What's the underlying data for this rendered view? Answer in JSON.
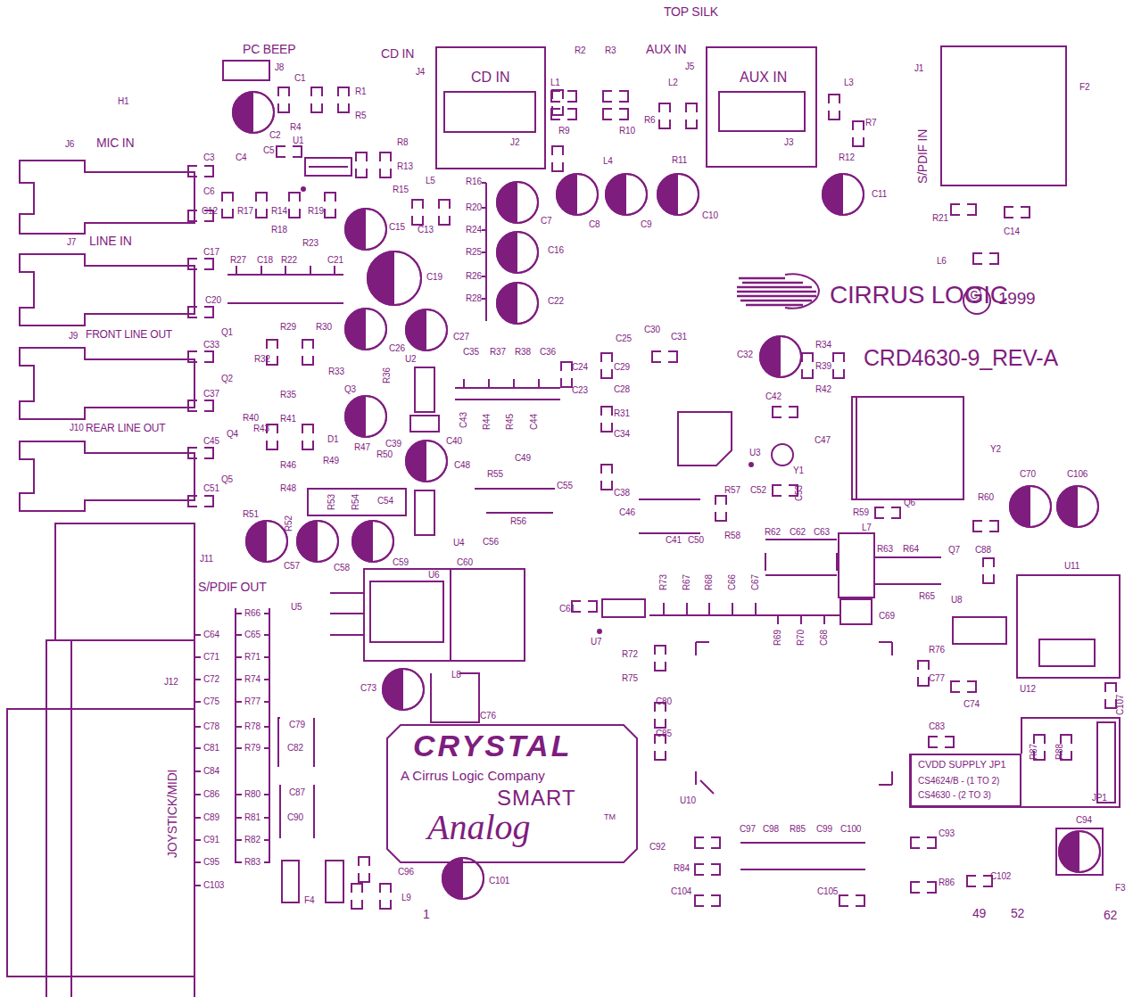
{
  "diagram": {
    "title": "TOP SILK",
    "nodes": [
      {
        "text": [
          "CD IN",
          "J2"
        ]
      },
      {
        "text": [
          "AUX IN",
          "J3"
        ]
      },
      {
        "text": [
          "CRYSTAL",
          "A Cirrus Logic Company",
          "SMART",
          "Analog",
          "TM"
        ]
      },
      {
        "text": [
          "CVDD SUPPLY JP1",
          "CS4624/B - (1 TO 2)",
          "CS4630 - (2 TO 3)"
        ]
      }
    ],
    "labels": [
      "PC BEEP",
      "J8",
      "C1",
      "R1",
      "R4",
      "R5",
      "H1",
      "J6",
      "MIC IN",
      "C2",
      "U1",
      "C5",
      "R8",
      "R13",
      "R15",
      "CD IN",
      "J4",
      "R2",
      "R3",
      "L1",
      "R9",
      "R10",
      "L4",
      "AUX IN",
      "J5",
      "L2",
      "R6",
      "R11",
      "L3",
      "R7",
      "R12",
      "J1",
      "F2",
      "S/PDIF IN",
      "C3",
      "C4",
      "C6",
      "C12",
      "R17",
      "R14",
      "R19",
      "R18",
      "R23",
      "L5",
      "R16",
      "R20",
      "R24",
      "R25",
      "R26",
      "R28",
      "C13",
      "C15",
      "C7",
      "C8",
      "C9",
      "C10",
      "C11",
      "C16",
      "C22",
      "C19",
      "R21",
      "C14",
      "L6",
      "CIRRUS LOGIC",
      "©",
      "1999",
      "CRD4630-9_REV-A",
      "J7",
      "LINE IN",
      "C17",
      "R27",
      "C18",
      "R22",
      "C21",
      "C20",
      "J9",
      "FRONT LINE OUT",
      "Q1",
      "R29",
      "R30",
      "C26",
      "C27",
      "C33",
      "R32",
      "U2",
      "C35",
      "R37",
      "R38",
      "C36",
      "C25",
      "C30",
      "C31",
      "C32",
      "R34",
      "R39",
      "R42",
      "Q2",
      "R33",
      "R36",
      "Q3",
      "C24",
      "C29",
      "C23",
      "C28",
      "C37",
      "R35",
      "R40",
      "R41",
      "C43",
      "R44",
      "R45",
      "C44",
      "R31",
      "C42",
      "J10",
      "REAR LINE OUT",
      "R43",
      "Q4",
      "C39",
      "D1",
      "R47",
      "C40",
      "C34",
      "C47",
      "U3",
      "Y1",
      "Y2",
      "C45",
      "R50",
      "C48",
      "R49",
      "R46",
      "C49",
      "Q5",
      "R55",
      "C55",
      "C51",
      "R48",
      "C38",
      "R57",
      "C52",
      "C53",
      "R51",
      "R52",
      "R53",
      "R54",
      "C54",
      "C46",
      "R59",
      "R60",
      "Q6",
      "C70",
      "C106",
      "R56",
      "C56",
      "C41",
      "C50",
      "R58",
      "R62",
      "C62",
      "C63",
      "L7",
      "U4",
      "Q7",
      "R63",
      "R64",
      "C88",
      "J11",
      "C57",
      "C58",
      "C59",
      "C60",
      "U6",
      "R73",
      "R67",
      "R68",
      "C66",
      "C67",
      "U11",
      "R65",
      "U8",
      "S/PDIF OUT",
      "U5",
      "C61",
      "R66",
      "C69",
      "R69",
      "R70",
      "C68",
      "C64",
      "C65",
      "U7",
      "C71",
      "R71",
      "R72",
      "R76",
      "R75",
      "C72",
      "R74",
      "J12",
      "C77",
      "C73",
      "L8",
      "C75",
      "R77",
      "C80",
      "C74",
      "U12",
      "C107",
      "C76",
      "C78",
      "R78",
      "C79",
      "C85",
      "C83",
      "C81",
      "R79",
      "C82",
      "R87",
      "R88",
      "C84",
      "JOYSTICK/MIDI",
      "U10",
      "C86",
      "R80",
      "C87",
      "C89",
      "R81",
      "C90",
      "JP1",
      "C94",
      "C97",
      "C98",
      "R85",
      "C99",
      "C100",
      "C93",
      "C91",
      "R82",
      "C92",
      "C95",
      "R83",
      "R84",
      "C96",
      "C101",
      "R86",
      "C102",
      "F3",
      "C103",
      "F4",
      "L9",
      "C104",
      "C105",
      "1",
      "49",
      "52",
      "62"
    ]
  }
}
